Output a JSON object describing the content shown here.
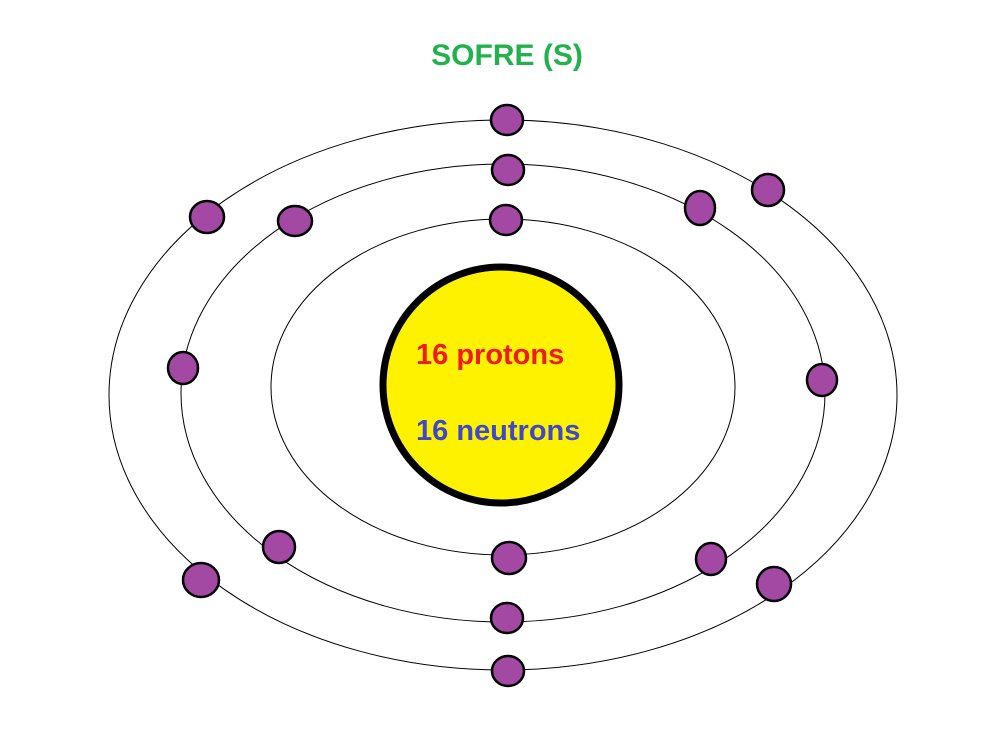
{
  "title": "SOFRE (S)",
  "nucleus": {
    "protons_label": "16 protons",
    "neutrons_label": "16 neutrons"
  },
  "colors": {
    "title": "#22b14c",
    "protons": "#ed1c24",
    "neutrons": "#3f48cc",
    "nucleus_fill": "#fff200",
    "electron_fill": "#a349a4",
    "outline": "#000000"
  },
  "shells": [
    {
      "name": "shell-1",
      "electrons": 2
    },
    {
      "name": "shell-2",
      "electrons": 8
    },
    {
      "name": "shell-3",
      "electrons": 6
    }
  ]
}
